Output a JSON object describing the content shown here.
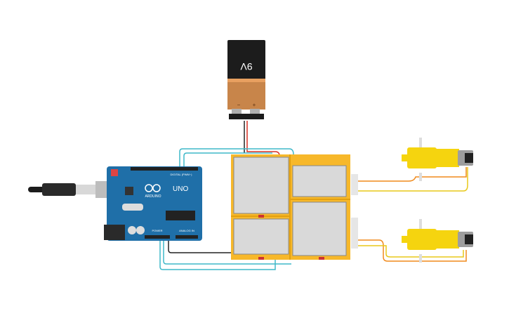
{
  "battery": {
    "label": "9V",
    "minus": "−",
    "plus": "+"
  },
  "arduino": {
    "brand": "ARDUINO",
    "model": "UNO",
    "header_top": "DIGITAL (PWM~)",
    "power": "POWER",
    "analog": "ANALOG IN"
  },
  "colors": {
    "arduino": "#1f6fa8",
    "board_yellow": "#f7b82a",
    "pcb": "#d9d9d9",
    "motor": "#f5d40f",
    "wire_teal": "#3fb8c9",
    "wire_orange": "#f08a1c",
    "wire_yellow": "#e8c81a",
    "wire_red": "#d93025",
    "wire_black": "#222222",
    "battery_black": "#1c1c1c",
    "battery_copper": "#c8854a"
  }
}
